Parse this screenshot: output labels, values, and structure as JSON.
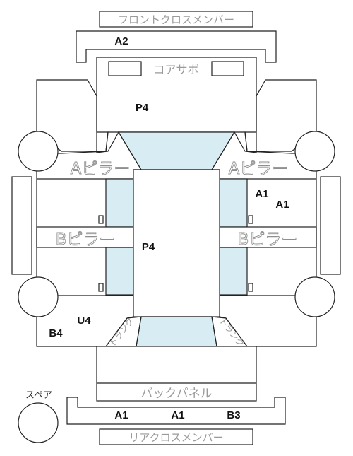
{
  "parts": {
    "front_cross_member": "フロントクロスメンバー",
    "core_support": "コアサポ",
    "a_pillar_left": "Aピラー",
    "a_pillar_right": "Aピラー",
    "b_pillar_left": "Bピラー",
    "b_pillar_right": "Bピラー",
    "trunk_left": "トランク",
    "trunk_right": "トランク",
    "back_panel": "バックパネル",
    "spare": "スペア",
    "rear_cross_member": "リアクロスメンバー"
  },
  "damage_codes": {
    "front_cross_member": "A2",
    "hood": "P4",
    "right_front_door_1": "A1",
    "right_front_door_2": "A1",
    "roof": "P4",
    "left_rear_quarter_1": "U4",
    "left_rear_quarter_2": "B4",
    "rear_cross_member_1": "A1",
    "rear_cross_member_2": "A1",
    "rear_cross_member_3": "B3"
  }
}
